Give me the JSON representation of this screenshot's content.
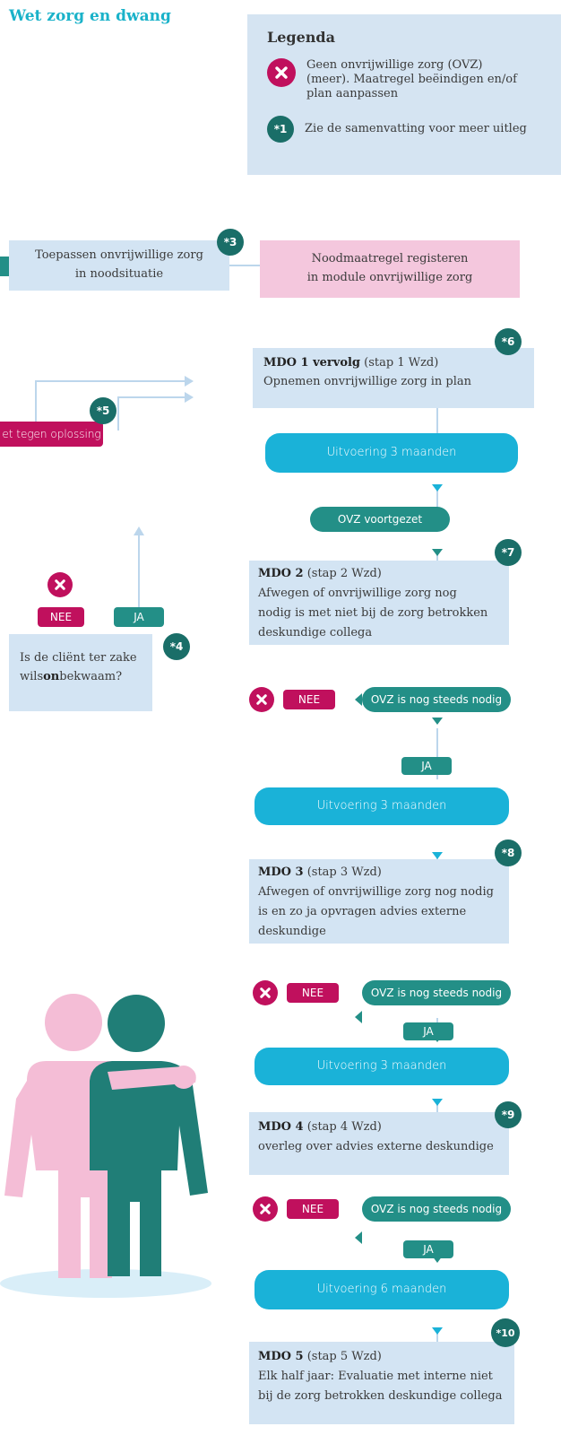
{
  "title": "Wet zorg en dwang",
  "legend": {
    "title": "Legenda",
    "item1": "Geen onvrijwillige zorg (OVZ) (meer). Maatregel beëindigen en/of plan aanpassen",
    "item2_badge": "*1",
    "item2": "Zie de samenvatting voor meer uitleg"
  },
  "emergency": {
    "line1": "Toepassen onvrijwillige zorg",
    "line2": "in noodsituatie",
    "badge": "*3",
    "register_line1": "Noodmaatregel registeren",
    "register_line2": "in module onvrijwillige zorg"
  },
  "left": {
    "verzet": "et tegen oplossing",
    "badge5": "*5",
    "nee": "NEE",
    "ja": "JA",
    "badge4": "*4",
    "question_line1": "Is de cliënt ter zake",
    "question_pre": "wils",
    "question_bold": "on",
    "question_post": "bekwaam?"
  },
  "mdo1": {
    "badge": "*6",
    "title": "MDO 1 vervolg",
    "step": " (stap 1 Wzd)",
    "text": "Opnemen onvrijwillige zorg in plan"
  },
  "exec1": "Uitvoering 3 maanden",
  "continued": "OVZ voortgezet",
  "mdo2": {
    "badge": "*7",
    "title": "MDO 2",
    "step": " (stap 2 Wzd)",
    "l1": "Afwegen of onvrijwillige zorg nog",
    "l2": "nodig is met niet bij de zorg betrokken",
    "l3": "deskundige collega"
  },
  "decision2": {
    "nee": "NEE",
    "needed": "OVZ is nog steeds nodig",
    "ja": "JA"
  },
  "exec2": "Uitvoering 3 maanden",
  "mdo3": {
    "badge": "*8",
    "title": "MDO 3",
    "step": " (stap 3 Wzd)",
    "l1": "Afwegen of onvrijwillige zorg nog nodig",
    "l2": "is en zo ja opvragen advies externe",
    "l3": "deskundige"
  },
  "decision3": {
    "nee": "NEE",
    "needed": "OVZ is nog steeds nodig",
    "ja": "JA"
  },
  "exec3": "Uitvoering 3 maanden",
  "mdo4": {
    "badge": "*9",
    "title": "MDO 4",
    "step": " (stap 4 Wzd)",
    "l1": "overleg over advies externe deskundige"
  },
  "decision4": {
    "nee": "NEE",
    "needed": "OVZ is nog steeds nodig",
    "ja": "JA"
  },
  "exec4": "Uitvoering 6 maanden",
  "mdo5": {
    "badge": "*10",
    "title": "MDO 5",
    "step": " (stap 5 Wzd)",
    "l1": "Elk half jaar: Evaluatie met interne niet",
    "l2": "bij de zorg betrokken deskundige collega"
  },
  "colors": {
    "cyan": "#1ab2d8",
    "teal": "#238f87",
    "badge_teal": "#1a6e68",
    "magenta": "#c0105d",
    "box_blue": "#d3e4f3",
    "box_pink": "#f4c7dd",
    "line_blue": "#bcd6ec"
  }
}
